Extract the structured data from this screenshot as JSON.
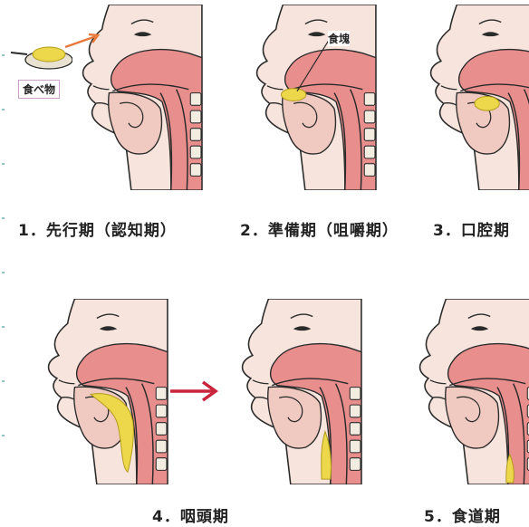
{
  "colors": {
    "skin": "#f7e4dc",
    "tissue": "#e88e8d",
    "food": "#ecd84a",
    "bone": "#f3ece0",
    "outline": "#2a2a2a",
    "arrow_red": "#c8243b",
    "arrow_orange": "#e77a3c",
    "label_border": "#c9a2c9"
  },
  "stages": [
    {
      "caption": "1．先行期（認知期）",
      "food": "outside"
    },
    {
      "caption": "2．準備期（咀嚼期）",
      "food": "mouth"
    },
    {
      "caption": "3．口腔期",
      "food": "tongue-back"
    },
    {
      "caption": "4．咽頭期",
      "food": "pharynx"
    },
    {
      "caption": "",
      "food": "pharynx-low"
    },
    {
      "caption": "5．食道期",
      "food": "esophagus"
    }
  ],
  "labels": {
    "food_outside": "食べ物",
    "bolus": "食塊"
  },
  "icons": {
    "transition_arrow": "right-arrow-icon",
    "sight_arrow": "pointer-arrow-icon"
  }
}
